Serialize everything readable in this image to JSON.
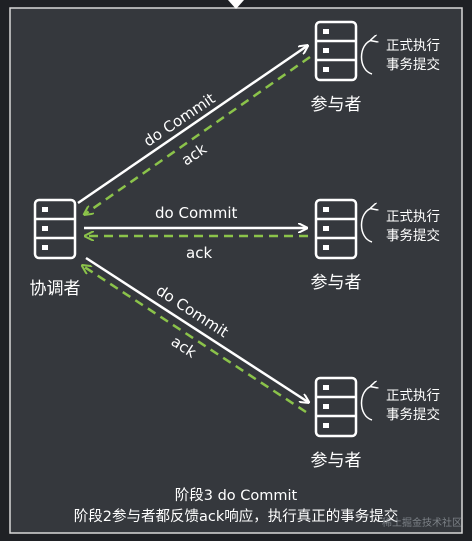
{
  "coordinator": {
    "label": "协调者"
  },
  "participants": [
    {
      "label": "参与者",
      "note_line1": "正式执行",
      "note_line2": "事务提交"
    },
    {
      "label": "参与者",
      "note_line1": "正式执行",
      "note_line2": "事务提交"
    },
    {
      "label": "参与者",
      "note_line1": "正式执行",
      "note_line2": "事务提交"
    }
  ],
  "arrows": {
    "do_commit_top": "do Commit",
    "ack_top": "ack",
    "do_commit_mid": "do Commit",
    "ack_mid": "ack",
    "do_commit_bot": "do Commit",
    "ack_bot": "ack"
  },
  "caption": {
    "line1": "阶段3 do Commit",
    "line2": "阶段2参与者都反馈ack响应，执行真正的事务提交"
  },
  "watermark": "稀土掘金技术社区",
  "colors": {
    "background": "#1f2125",
    "panel": "#35383d",
    "border": "#d8d8d8",
    "commit_arrow": "#ffffff",
    "ack_arrow": "#8bc34a"
  }
}
